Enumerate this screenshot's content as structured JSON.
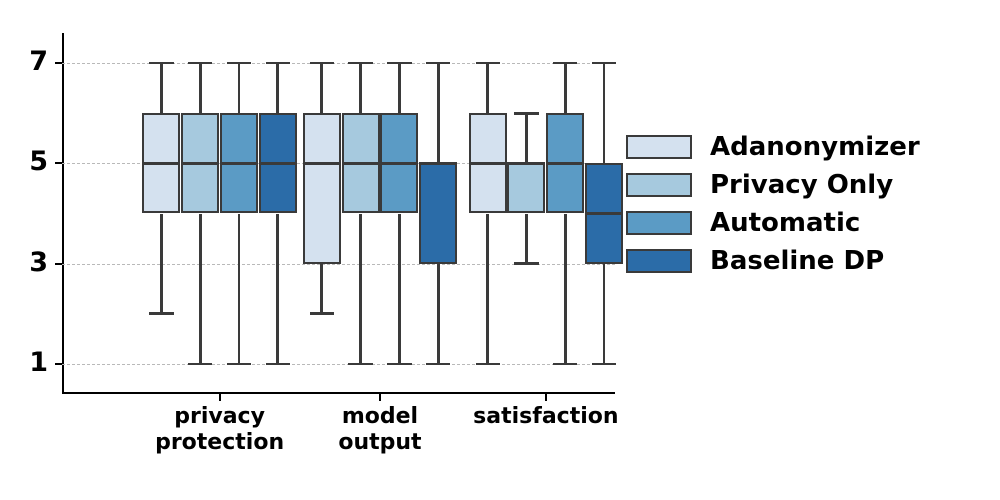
{
  "chart_data": {
    "type": "box",
    "title": "",
    "xlabel": "",
    "ylabel": "",
    "ylim": [
      0.4,
      7.6
    ],
    "yticks": [
      1,
      3,
      5,
      7
    ],
    "ytick_labels": [
      "1",
      "3",
      "5",
      "7"
    ],
    "grid": true,
    "grid_axis": "y",
    "categories": [
      "privacy\nprotection",
      "model\noutput",
      "satisfaction"
    ],
    "legend_position": "right",
    "series": [
      {
        "name": "Adanonymizer",
        "color": "#d4e1ef",
        "boxes": [
          {
            "category": "privacy protection",
            "whisker_low": 2,
            "q1": 4,
            "median": 5,
            "q3": 6,
            "whisker_high": 7
          },
          {
            "category": "model output",
            "whisker_low": 2,
            "q1": 3,
            "median": 5,
            "q3": 6,
            "whisker_high": 7
          },
          {
            "category": "satisfaction",
            "whisker_low": 1,
            "q1": 4,
            "median": 5,
            "q3": 6,
            "whisker_high": 7
          }
        ]
      },
      {
        "name": "Privacy Only",
        "color": "#a6c9de",
        "boxes": [
          {
            "category": "privacy protection",
            "whisker_low": 1,
            "q1": 4,
            "median": 5,
            "q3": 6,
            "whisker_high": 7
          },
          {
            "category": "model output",
            "whisker_low": 1,
            "q1": 4,
            "median": 5,
            "q3": 6,
            "whisker_high": 7
          },
          {
            "category": "satisfaction",
            "whisker_low": 3,
            "q1": 4,
            "median": 5,
            "q3": 5,
            "whisker_high": 6
          }
        ]
      },
      {
        "name": "Automatic",
        "color": "#5b9bc5",
        "boxes": [
          {
            "category": "privacy protection",
            "whisker_low": 1,
            "q1": 4,
            "median": 5,
            "q3": 6,
            "whisker_high": 7
          },
          {
            "category": "model output",
            "whisker_low": 1,
            "q1": 4,
            "median": 5,
            "q3": 6,
            "whisker_high": 7
          },
          {
            "category": "satisfaction",
            "whisker_low": 1,
            "q1": 4,
            "median": 5,
            "q3": 6,
            "whisker_high": 7
          }
        ]
      },
      {
        "name": "Baseline DP",
        "color": "#2b6ca8",
        "boxes": [
          {
            "category": "privacy protection",
            "whisker_low": 1,
            "q1": 4,
            "median": 5,
            "q3": 6,
            "whisker_high": 7
          },
          {
            "category": "model output",
            "whisker_low": 1,
            "q1": 3,
            "median": 5,
            "q3": 5,
            "whisker_high": 7
          },
          {
            "category": "satisfaction",
            "whisker_low": 1,
            "q1": 3,
            "median": 4,
            "q3": 5,
            "whisker_high": 7
          }
        ]
      }
    ]
  },
  "axis": {
    "ytick_labels": [
      "7",
      "5",
      "3",
      "1"
    ],
    "xtick_labels": [
      "privacy\nprotection",
      "model\noutput",
      "satisfaction"
    ]
  },
  "legend": {
    "items": [
      {
        "label": "Adanonymizer",
        "color": "#d4e1ef"
      },
      {
        "label": "Privacy Only",
        "color": "#a6c9de"
      },
      {
        "label": "Automatic",
        "color": "#5b9bc5"
      },
      {
        "label": "Baseline DP",
        "color": "#2b6ca8"
      }
    ]
  },
  "style": {
    "grid_color": "#b9b9b9",
    "edge_color": "#3a3a3a",
    "axis_color": "#000000",
    "background": "#ffffff"
  }
}
